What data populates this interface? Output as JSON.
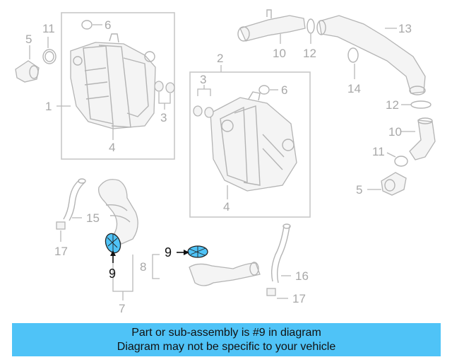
{
  "diagram": {
    "callouts": {
      "c1": "1",
      "c2": "2",
      "c3a": "3",
      "c3b": "3",
      "c4a": "4",
      "c4b": "4",
      "c5a": "5",
      "c5b": "5",
      "c6a": "6",
      "c6b": "6",
      "c7": "7",
      "c8": "8",
      "c9a": "9",
      "c9b": "9",
      "c10a": "10",
      "c10b": "10",
      "c11a": "11",
      "c11b": "11",
      "c12a": "12",
      "c12b": "12",
      "c13": "13",
      "c14": "14",
      "c15": "15",
      "c16": "16",
      "c17a": "17",
      "c17b": "17"
    },
    "highlight_color": "#4fc3f7"
  },
  "banner": {
    "line1": "Part or sub-assembly is #9 in diagram",
    "line2": "Diagram may not be specific to your vehicle",
    "background": "#4fc3f7"
  }
}
